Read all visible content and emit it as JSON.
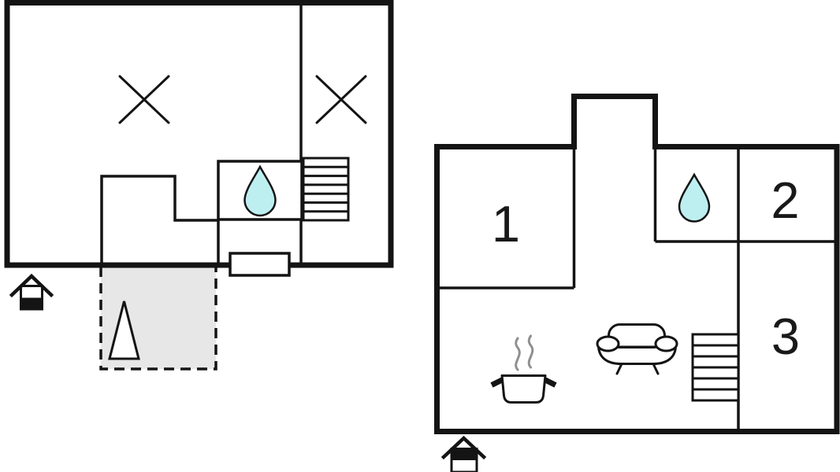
{
  "palette": {
    "background": "#ffffff",
    "wall_color": "#141414",
    "water_drop_fill": "#bdeff1",
    "terrace_fill": "#e7e7e7",
    "steam_color": "#8f8f8f"
  },
  "left_plan": {
    "icons": {
      "cross_left": "room-cross-marker",
      "cross_right": "room-cross-marker",
      "water_drop": "water-drop-icon",
      "stairs": "stairs-icon",
      "window_box": "window-marker",
      "terrace_triangle": "triangle-marker",
      "entrance": "entrance-house-icon"
    }
  },
  "right_plan": {
    "rooms": [
      {
        "label": "1"
      },
      {
        "label": "2"
      },
      {
        "label": "3"
      }
    ],
    "icons": {
      "water_drop": "water-drop-icon",
      "stairs": "stairs-icon",
      "sofa": "sofa-icon",
      "cooking_pot": "cooking-pot-icon",
      "entrance": "entrance-house-icon"
    }
  }
}
